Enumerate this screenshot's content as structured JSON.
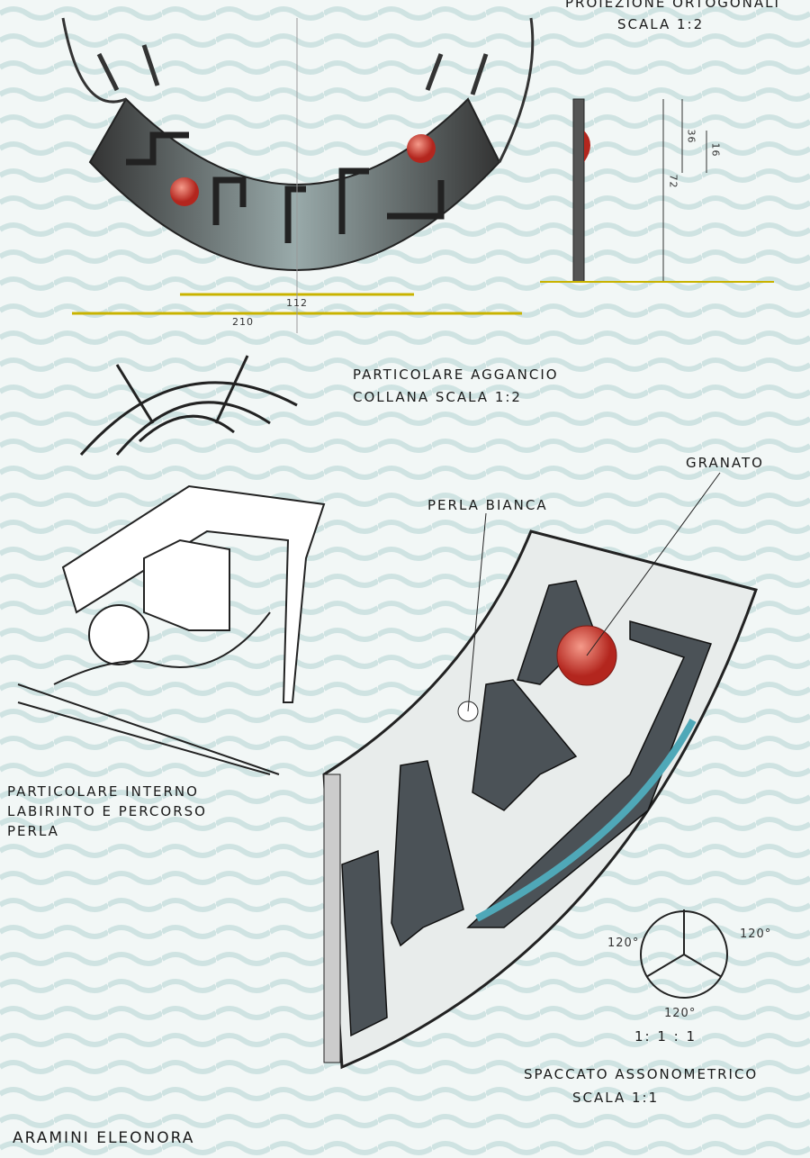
{
  "titles": {
    "orthographic_line1": "PROIEZIONE ORTOGONALI",
    "orthographic_line2": "SCALA 1:2",
    "clasp_line1": "PARTICOLARE AGGANCIO",
    "clasp_line2": "COLLANA SCALA 1:2",
    "interior_line1": "PARTICOLARE INTERNO",
    "interior_line2": "LABIRINTO E PERCORSO",
    "interior_line3": "PERLA",
    "axonometric_line1": "SPACCATO ASSONOMETRICO",
    "axonometric_line2": "SCALA 1:1",
    "author": "ARAMINI ELEONORA"
  },
  "callouts": {
    "garnet": "GRANATO",
    "white_pearl": "PERLA BIANCA"
  },
  "dimensions": {
    "inner_width": "112",
    "outer_width": "210",
    "height_total": "72",
    "height_upper": "36",
    "height_small": "16"
  },
  "axonometric_symbol": {
    "angle_left": "120°",
    "angle_right": "120°",
    "angle_bottom": "120°",
    "ratio": "1:  1 : 1"
  },
  "colors": {
    "garnet": "#c8372d",
    "metal": "#555a5e",
    "accent_teal": "#4fa8b8"
  }
}
